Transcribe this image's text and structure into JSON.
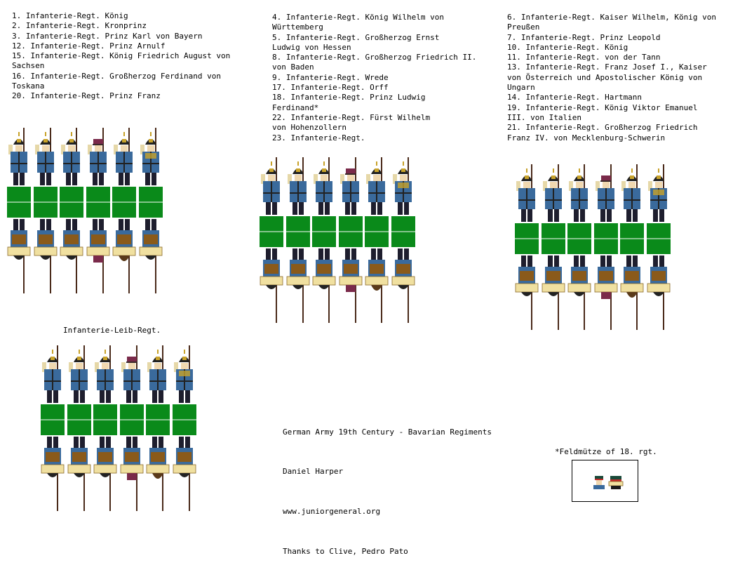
{
  "columns": [
    [
      "1. Infanterie-Regt. König",
      "2. Infanterie-Regt. Kronprinz",
      "3. Infanterie-Regt. Prinz Karl von Bayern",
      "12. Infanterie-Regt. Prinz Arnulf",
      "15. Infanterie-Regt. König Friedrich August von",
      "Sachsen",
      "16. Infanterie-Regt. Großherzog Ferdinand von",
      "Toskana",
      "20. Infanterie-Regt. Prinz Franz"
    ],
    [
      "4. Infanterie-Regt. König Wilhelm von",
      "Württemberg",
      "5. Infanterie-Regt. Großherzog Ernst",
      "Ludwig von Hessen",
      "8. Infanterie-Regt. Großherzog Friedrich II.",
      "von Baden",
      "9. Infanterie-Regt. Wrede",
      "17. Infanterie-Regt. Orff",
      "18. Infanterie-Regt. Prinz Ludwig",
      "Ferdinand*",
      "22. Infanterie-Regt. Fürst Wilhelm",
      "von Hohenzollern",
      "23. Infanterie-Regt."
    ],
    [
      "6. Infanterie-Regt. Kaiser Wilhelm, König von",
      "Preußen",
      "7. Infanterie-Regt. Prinz Leopold",
      "10. Infanterie-Regt. König",
      "11. Infanterie-Regt. von der Tann",
      "13. Infanterie-Regt. Franz Josef I., Kaiser",
      "von Österreich und Apostolischer König von",
      "Ungarn",
      "14. Infanterie-Regt. Hartmann",
      "19. Infanterie-Regt. König Viktor Emanuel",
      "III. von Italien",
      "21. Infanterie-Regt. Großherzog Friedrich",
      "Franz IV. von Mecklenburg-Schwerin"
    ]
  ],
  "leib_label": "Infanterie-Leib-Regt.",
  "credits": {
    "title": "German Army 19th Century - Bavarian Regiments",
    "author": "Daniel Harper",
    "site": "www.juniorgeneral.org",
    "thanks": "Thanks to Clive, Pedro Pato"
  },
  "feldmuetze_note": "*Feldmütze of 18. rgt.",
  "colors": {
    "coat": "#3a6a9c",
    "trousers": "#1e1e2e",
    "base": "#0a8a1a",
    "pack": "#8a5a1a",
    "brass": "#c8a22a",
    "cap": "#7a2a4a",
    "skin": "#f0d8b0"
  }
}
